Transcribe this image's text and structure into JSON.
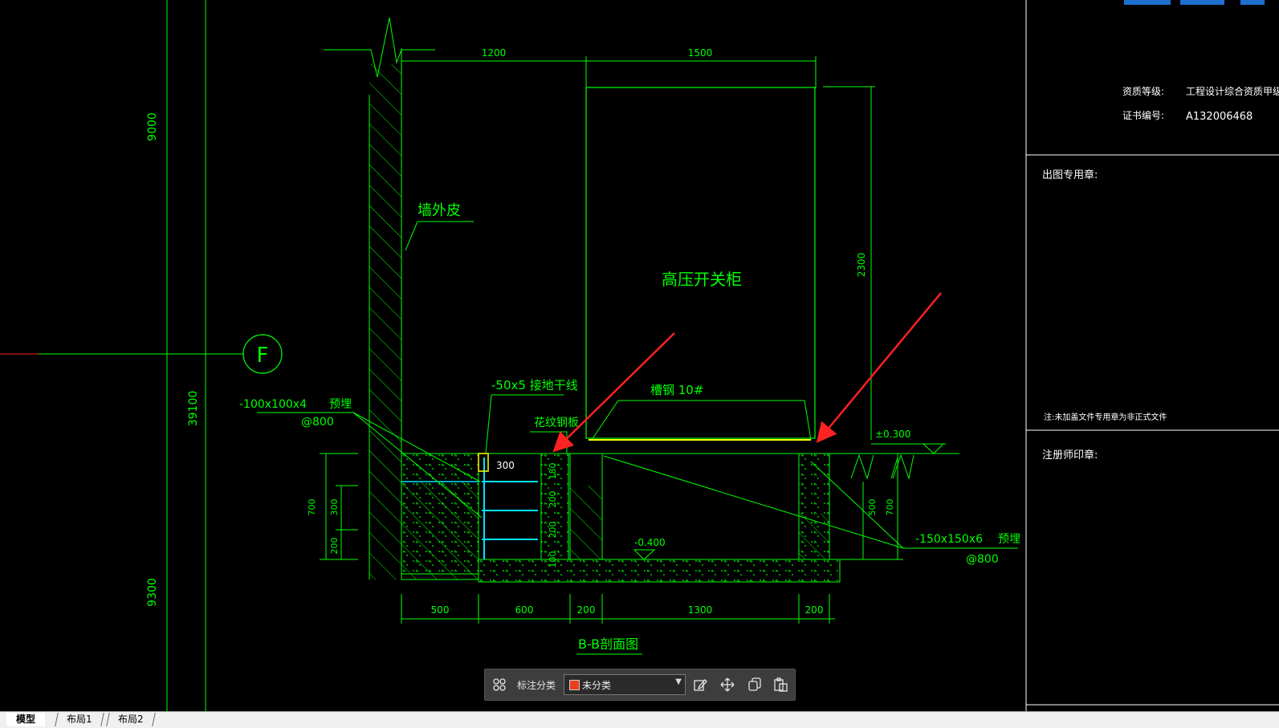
{
  "colors": {
    "line": "#00ff00",
    "dim": "#00ff00",
    "accent": "#ff2222",
    "frame": "#ffffff",
    "yellow": "#ffff00",
    "cyan": "#00e5ff"
  },
  "axis": {
    "dim_top": "9000",
    "dim_mid": "39100",
    "dim_bot": "9300",
    "grid_label": "F"
  },
  "dims_top": {
    "d1": "1200",
    "d2": "1500",
    "d_right": "2300"
  },
  "dims_bottom": {
    "b1": "500",
    "b2": "600",
    "b3": "200",
    "b4": "1300",
    "b5": "200"
  },
  "dims_left": {
    "l700": "700",
    "l300": "300",
    "l200": "200"
  },
  "dims_trench": {
    "t300": "300",
    "t180": "180",
    "t200a": "200",
    "t200b": "200",
    "t100": "100"
  },
  "dims_right": {
    "r500": "500",
    "r700": "700"
  },
  "labels": {
    "wall": "墙外皮",
    "cabinet": "高压开关柜",
    "grounding": "-50x5 接地干线",
    "plate": "花纹钢板",
    "channel": "槽钢 10#",
    "embed_left": "-100x100x4",
    "embed_left_tag": "预埋",
    "embed_left_at": "@800",
    "embed_right": "-150x150x6",
    "embed_right_tag": "预埋",
    "embed_right_at": "@800",
    "elev_top": "±0.300",
    "elev_bot": "-0.400",
    "section_title": "B-B剖面图"
  },
  "title_block": {
    "qual_label": "资质等级:",
    "qual_value": "工程设计综合资质甲级",
    "cert_label": "证书编号:",
    "cert_value": "A132006468",
    "stamp_label": "出图专用章:",
    "note": "注:未加盖文件专用章为非正式文件",
    "reg_label": "注册师印章:"
  },
  "toolbar": {
    "label": "标注分类",
    "select_value": "未分类",
    "swatch_color": "#e8401c",
    "icons": [
      "grid-icon",
      "edit-icon",
      "move-icon",
      "copy-icon",
      "paste-icon"
    ]
  },
  "tabs": [
    "模型",
    "布局1",
    "布局2"
  ]
}
